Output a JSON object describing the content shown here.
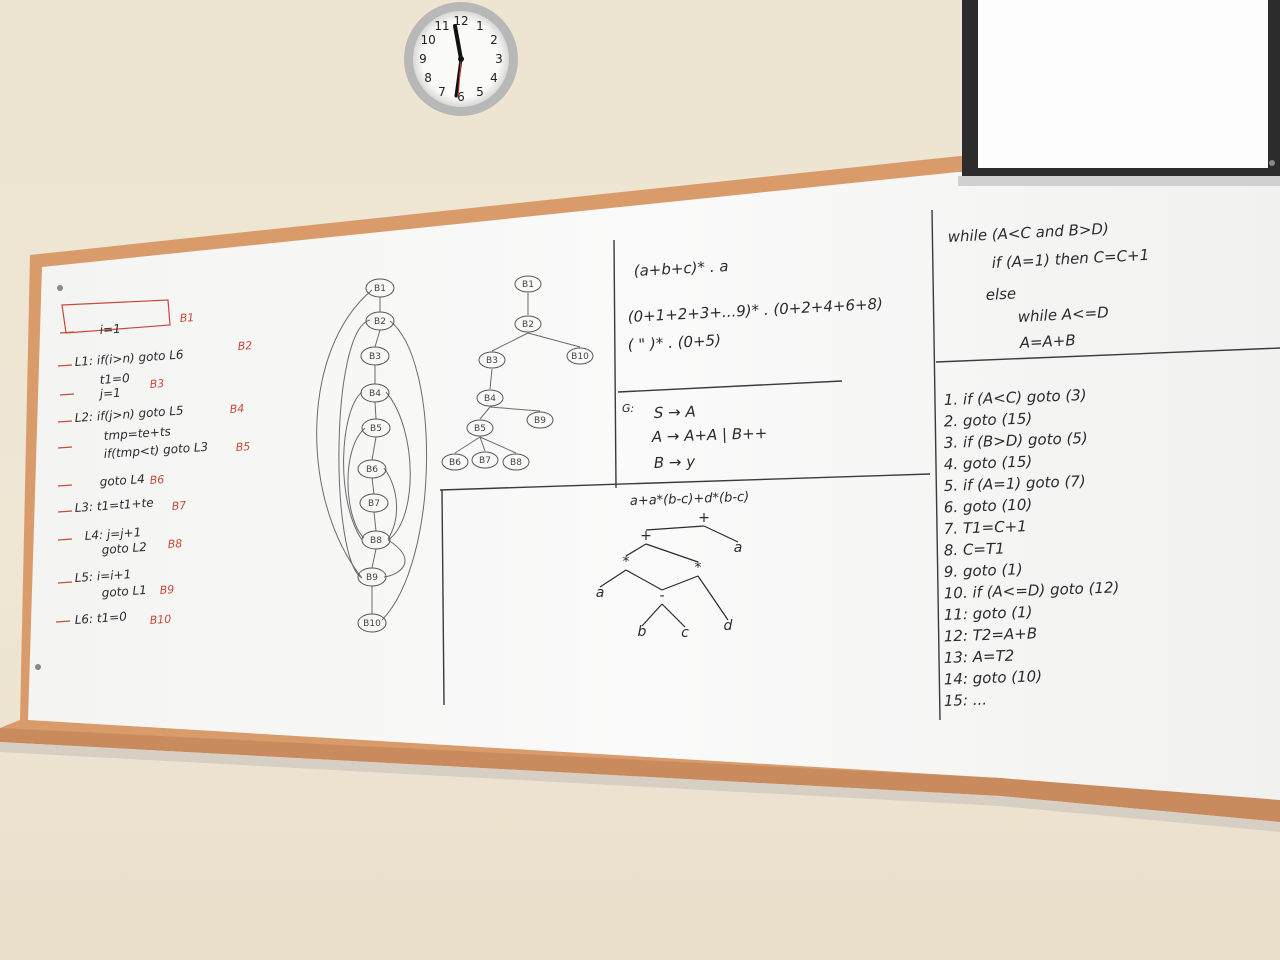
{
  "clock": {
    "numerals": [
      "12",
      "1",
      "2",
      "3",
      "4",
      "5",
      "6",
      "7",
      "8",
      "9",
      "10",
      "11"
    ]
  },
  "left_code": {
    "lines": [
      "i=1",
      "L1: if(i>n) goto L6",
      "t1=0",
      "j=1",
      "L2: if(j>n) goto L5",
      "tmp=te+ts",
      "if(tmp<t) goto L3",
      "goto L4",
      "L3: t1=t1+te",
      "L4: j=j+1",
      "goto L2",
      "L5: i=i+1",
      "goto L1",
      "L6: t1=0"
    ],
    "block_labels": [
      "B1",
      "B2",
      "B3",
      "B4",
      "B5",
      "B6",
      "B7",
      "B8",
      "B9",
      "B10"
    ]
  },
  "flow_graph": {
    "nodes": [
      "B1",
      "B2",
      "B3",
      "B4",
      "B5",
      "B6",
      "B7",
      "B8",
      "B9",
      "B10"
    ]
  },
  "dominator_tree": {
    "nodes": [
      "B1",
      "B2",
      "B3",
      "B10",
      "B4",
      "B9",
      "B5",
      "B6",
      "B7",
      "B8"
    ]
  },
  "regex": {
    "lines": [
      "(a+b+c)* . a",
      "(0+1+2+3+...9)* . (0+2+4+6+8)",
      "(        \"        )* . (0+5)"
    ]
  },
  "grammar": {
    "lines": [
      "S → A",
      "A → A+A | B++",
      "B → y"
    ]
  },
  "expression_tree": {
    "expression": "a+a*(b-c)+d*(b-c)",
    "labels": [
      "+",
      "+",
      "a",
      "*",
      "a",
      "-",
      "*",
      "b",
      "c",
      "d"
    ]
  },
  "while_code": {
    "lines": [
      "while (A<C and B>D)",
      "if (A=1) then C=C+1",
      "else",
      "while A<=D",
      "A=A+B"
    ]
  },
  "three_address": {
    "lines": [
      "1. if (A<C) goto (3)",
      "2. goto (15)",
      "3. if (B>D) goto (5)",
      "4. goto (15)",
      "5. if (A=1) goto (7)",
      "6. goto (10)",
      "7. T1=C+1",
      "8. C=T1",
      "9. goto (1)",
      "10. if (A<=D) goto (12)",
      "11: goto (1)",
      "12: T2=A+B",
      "13: A=T2",
      "14: goto (10)",
      "15: ..."
    ]
  }
}
